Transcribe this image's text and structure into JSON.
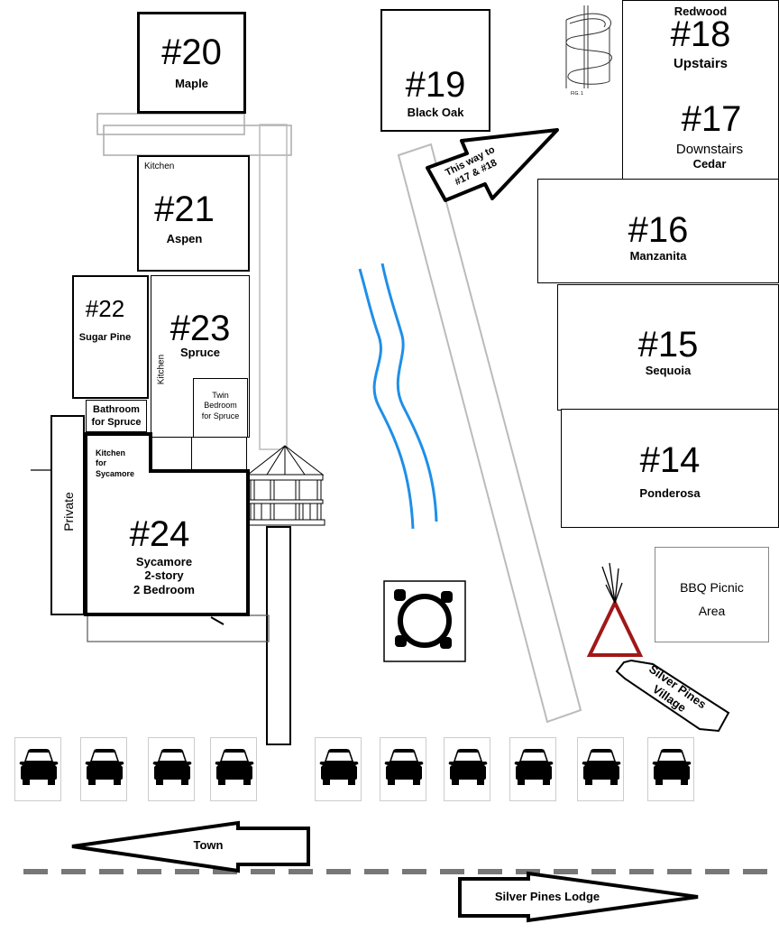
{
  "cabins": {
    "c20": {
      "number": "#20",
      "name": "Maple"
    },
    "c19": {
      "number": "#19",
      "name": "Black Oak"
    },
    "c18": {
      "number": "#18",
      "top_label": "Redwood",
      "name": "Upstairs"
    },
    "c17": {
      "number": "#17",
      "name": "Downstairs",
      "sub": "Cedar"
    },
    "c21": {
      "number": "#21",
      "name": "Aspen",
      "kitchen": "Kitchen"
    },
    "c16": {
      "number": "#16",
      "name": "Manzanita"
    },
    "c22": {
      "number": "#22",
      "name": "Sugar Pine"
    },
    "c23": {
      "number": "#23",
      "name": "Spruce",
      "kitchen": "Kitchen"
    },
    "c15": {
      "number": "#15",
      "name": "Sequoia"
    },
    "c24": {
      "number": "#24",
      "name": "Sycamore",
      "detail1": "2-story",
      "detail2": "2 Bedroom"
    },
    "c14": {
      "number": "#14",
      "name": "Ponderosa"
    }
  },
  "rooms": {
    "twin_bedroom": [
      "Twin",
      "Bedroom",
      "for Spruce"
    ],
    "bathroom": [
      "Bathroom",
      "for Spruce"
    ],
    "kitchen_sycamore": [
      "Kitchen for",
      "Sycamore"
    ],
    "private": "Private"
  },
  "areas": {
    "bbq": [
      "BBQ Picnic",
      "Area"
    ]
  },
  "signs": {
    "this_way": [
      "This way to",
      "#17 & #18"
    ],
    "village": [
      "Silver Pines",
      "Village"
    ],
    "town": "Town",
    "lodge": "Silver Pines Lodge",
    "fig": "FIG. 1"
  },
  "parking": {
    "spaces": 10
  },
  "colors": {
    "creek": "#1e8fe8",
    "teepee": "#a01818",
    "path": "#bbbbbb",
    "road": "#777777"
  }
}
